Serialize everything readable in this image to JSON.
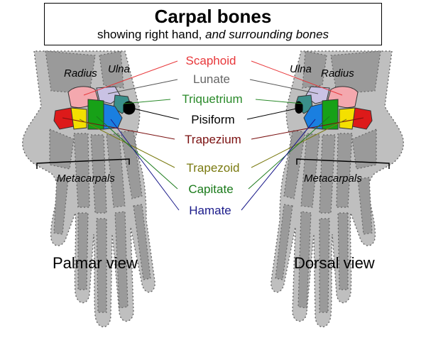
{
  "title": "Carpal bones",
  "subtitle_plain": "showing right hand,",
  "subtitle_italic": "and surrounding bones",
  "bones": [
    {
      "key": "scaphoid",
      "label": "Scaphoid",
      "color": "#e8373a"
    },
    {
      "key": "lunate",
      "label": "Lunate",
      "color": "#666666"
    },
    {
      "key": "triquetrium",
      "label": "Triquetrium",
      "color": "#2a8a2a"
    },
    {
      "key": "pisiform",
      "label": "Pisiform",
      "color": "#000000"
    },
    {
      "key": "trapezium",
      "label": "Trapezium",
      "color": "#7a1010"
    },
    {
      "key": "trapezoid",
      "label": "Trapezoid",
      "color": "#7a7a10"
    },
    {
      "key": "capitate",
      "label": "Capitate",
      "color": "#1a7a1a"
    },
    {
      "key": "hamate",
      "label": "Hamate",
      "color": "#1a1a8a"
    }
  ],
  "left_hand": {
    "radius": "Radius",
    "ulna": "Ulna",
    "metacarpals": "Metacarpals",
    "view": "Palmar view"
  },
  "right_hand": {
    "radius": "Radius",
    "ulna": "Ulna",
    "metacarpals": "Metacarpals",
    "view": "Dorsal view"
  }
}
